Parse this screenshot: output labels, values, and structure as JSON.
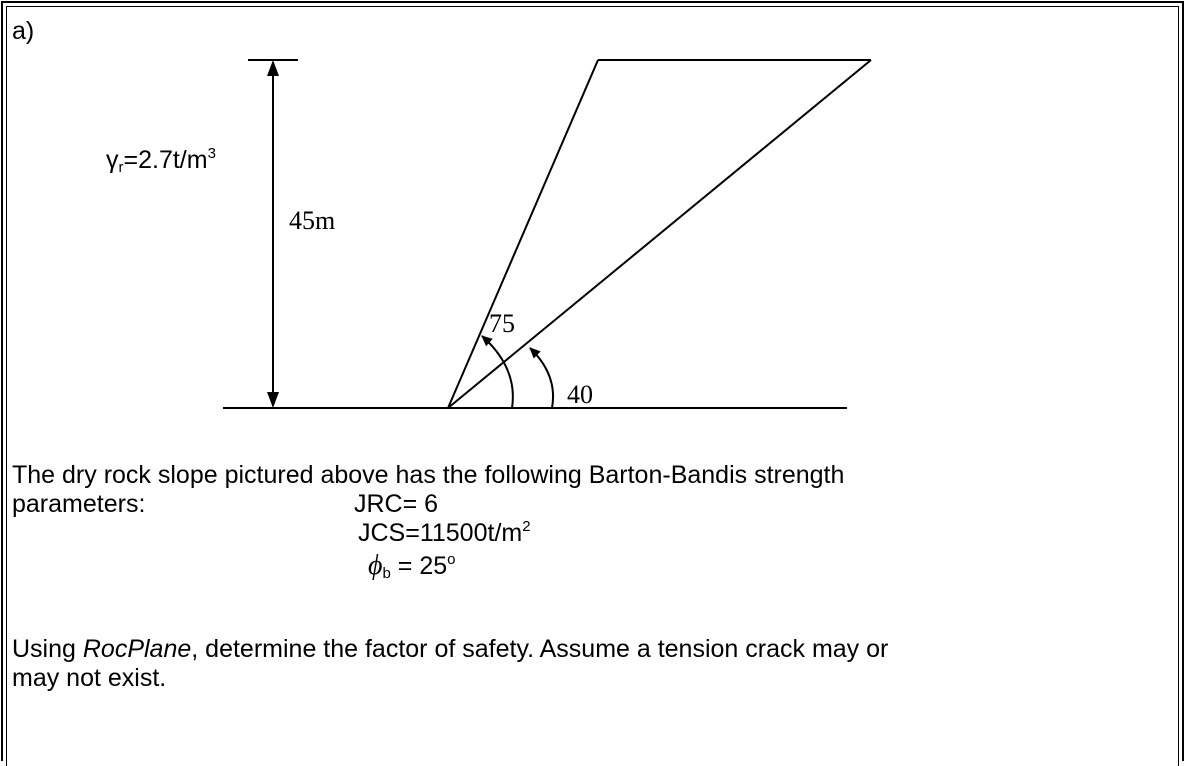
{
  "part_label": "a)",
  "diagram": {
    "density_symbol": "γ",
    "density_subscript": "r",
    "density_value": "=2.7t/m",
    "density_exponent": "3",
    "height_label": "45m",
    "face_angle_label": "75",
    "plane_angle_label": "40"
  },
  "text": {
    "line1": "The dry rock slope pictured above has the following Barton-Bandis strength",
    "line2_label": "parameters:",
    "jrc": "JRC= 6",
    "jcs_value": "JCS=11500t/m",
    "jcs_exponent": "2",
    "phi_symbol": "ϕ",
    "phi_subscript": "b",
    "phi_value": " = 25",
    "phi_degree": "o",
    "instruction_pre": "Using ",
    "instruction_software": "RocPlane",
    "instruction_post": ", determine the factor of safety.  Assume a tension crack may or",
    "instruction_line2": "may not exist."
  }
}
